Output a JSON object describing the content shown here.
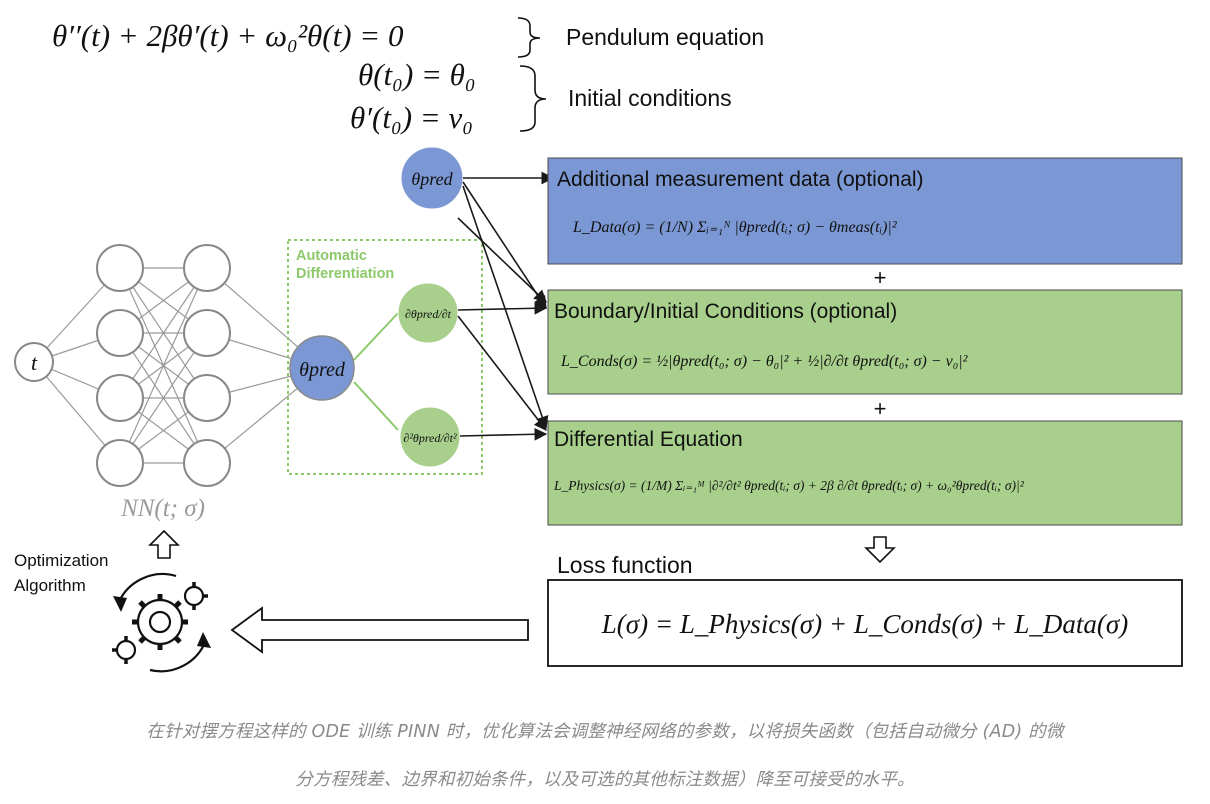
{
  "equations": {
    "pendulum_equation": "θ′′(t) + 2βθ′(t) + ω₀²θ(t) = 0",
    "pendulum_label": "Pendulum equation",
    "initial_condition_1": "θ(t₀) = θ₀",
    "initial_condition_2": "θ′(t₀) = v₀",
    "initial_label": "Initial conditions"
  },
  "network": {
    "input_node": "t",
    "output_node": "θpred",
    "label": "NN(t; σ)",
    "hidden_layers": [
      4,
      4
    ]
  },
  "autodiff": {
    "title_line1": "Automatic",
    "title_line2": "Differentiation",
    "first_derivative": "∂θpred/∂t",
    "second_derivative": "∂²θpred/∂t²"
  },
  "top_node": "θpred",
  "boxes": {
    "data": {
      "title": "Additional measurement data (optional)",
      "formula": "L_Data(σ) = (1/N) Σᵢ₌₁ᴺ |θpred(tᵢ; σ) − θmeas(tᵢ)|²",
      "color": "#7b98d4"
    },
    "conds": {
      "title": "Boundary/Initial Conditions (optional)",
      "formula": "L_Conds(σ) = ½|θpred(t₀; σ) − θ₀|² + ½|∂/∂t θpred(t₀; σ) − v₀|²",
      "color": "#a8cf8c"
    },
    "physics": {
      "title": "Differential Equation",
      "formula": "L_Physics(σ) = (1/M) Σᵢ₌₁ᴹ |∂²/∂t² θpred(tᵢ; σ) + 2β ∂/∂t θpred(tᵢ; σ) + ω₀²θpred(tᵢ; σ)|²",
      "color": "#a8cf8c"
    },
    "plus_1": "+",
    "plus_2": "+"
  },
  "loss": {
    "title": "Loss function",
    "formula": "L(σ) = L_Physics(σ) + L_Conds(σ) + L_Data(σ)"
  },
  "optimization": {
    "label_line1": "Optimization",
    "label_line2": "Algorithm",
    "icon": "gears-cycle-icon"
  },
  "caption": {
    "line1": "在针对摆方程这样的 ODE 训练 PINN 时，优化算法会调整神经网络的参数，以将损失函数（包括自动微分 (AD) 的微",
    "line2": "分方程残差、边界和初始条件，以及可选的其他标注数据）降至可接受的水平。"
  }
}
